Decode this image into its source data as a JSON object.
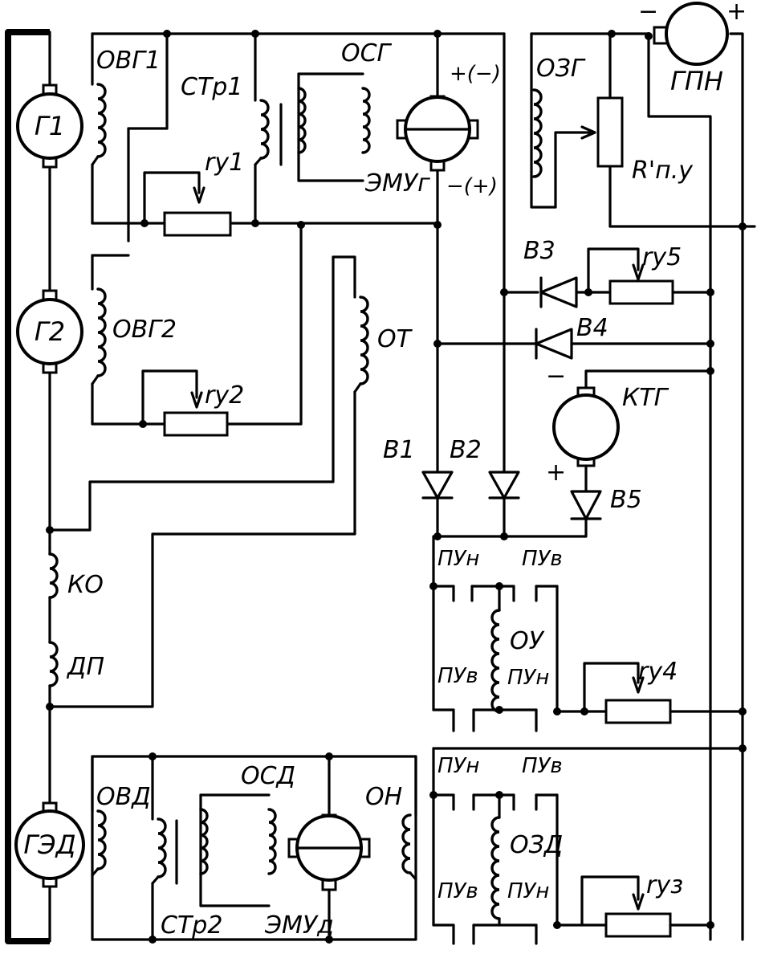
{
  "machines": {
    "g1": "Г1",
    "g2": "Г2",
    "ged": "ГЭД",
    "gpn": "ГПН",
    "ktg": "КТГ",
    "emu_g": "ЭМУг",
    "emu_d": "ЭМУд"
  },
  "windings": {
    "ovg1": "ОВГ1",
    "ovg2": "ОВГ2",
    "str1": "СТр1",
    "str2": "СТр2",
    "osg": "ОСГ",
    "osd": "ОСД",
    "ot": "ОТ",
    "ko": "КО",
    "dp": "ДП",
    "ovd": "ОВД",
    "on": "ОН",
    "ozg": "ОЗГ",
    "oy": "ОУ",
    "ozd": "ОЗД"
  },
  "resistors": {
    "ry1": "rу1",
    "ry2": "rу2",
    "ry3": "rуз",
    "ry4": "rу4",
    "ry5": "rу5",
    "rpy": "R'п.у"
  },
  "diodes": {
    "v1": "В1",
    "v2": "В2",
    "v3": "В3",
    "v4": "В4",
    "v5": "В5"
  },
  "contacts": {
    "pyn": "ПУн",
    "pyv": "ПУв"
  },
  "polarity": {
    "emu_top": "+(−)",
    "emu_bottom": "−(+)",
    "plus": "+",
    "minus": "−"
  }
}
